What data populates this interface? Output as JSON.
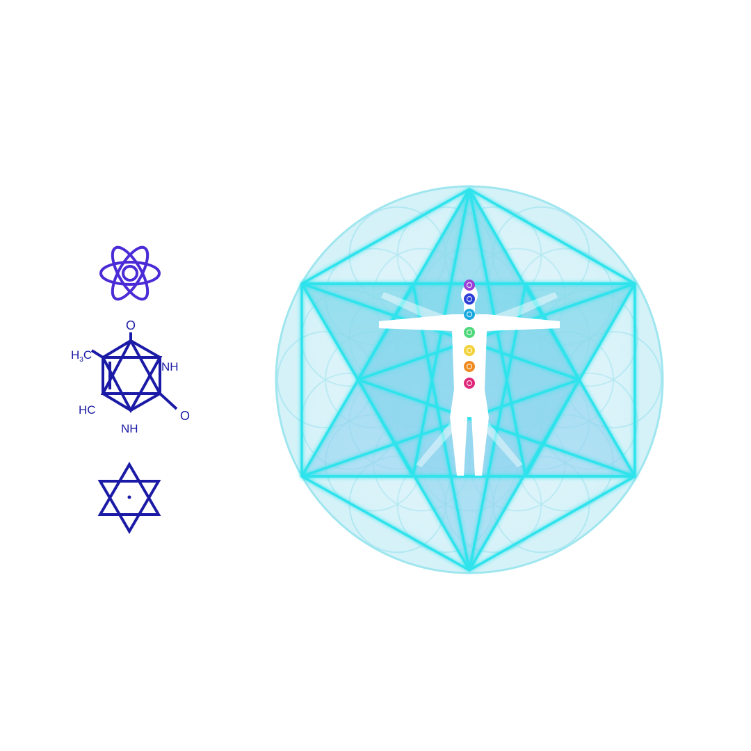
{
  "colors": {
    "background": "#ffffff",
    "atom_icon": "#4b2bd6",
    "molecule": "#1a1aa6",
    "hexagram_icon": "#1a1aa6",
    "flower_of_life": "#a8e6f0",
    "merkaba_line": "#2fe3ec",
    "merkaba_fill": "#7fd8ea",
    "figure": "#ffffff"
  },
  "left_icons": {
    "atom": {
      "icon": "atom-icon"
    },
    "molecule": {
      "icon": "thymine-molecule-icon",
      "labels": {
        "methyl_h": "H",
        "methyl_sub": "3",
        "methyl_c": "C",
        "hc": "HC",
        "nh_top": "NH",
        "nh_bottom": "NH",
        "o_top": "O",
        "o_right": "O"
      }
    },
    "hexagram": {
      "icon": "star-of-david-icon"
    }
  },
  "main_diagram": {
    "background_pattern": "flower-of-life-icon",
    "star": "merkaba-star-tetrahedron-icon",
    "figure": "vitruvian-man-icon",
    "chakras": [
      {
        "name": "crown",
        "color": "#9b3fd6"
      },
      {
        "name": "third-eye",
        "color": "#2b3fd6"
      },
      {
        "name": "throat",
        "color": "#19a8e0"
      },
      {
        "name": "heart",
        "color": "#4fd87a"
      },
      {
        "name": "solar-plexus",
        "color": "#f2d23a"
      },
      {
        "name": "sacral",
        "color": "#f08a1e"
      },
      {
        "name": "root",
        "color": "#e0287a"
      }
    ]
  }
}
